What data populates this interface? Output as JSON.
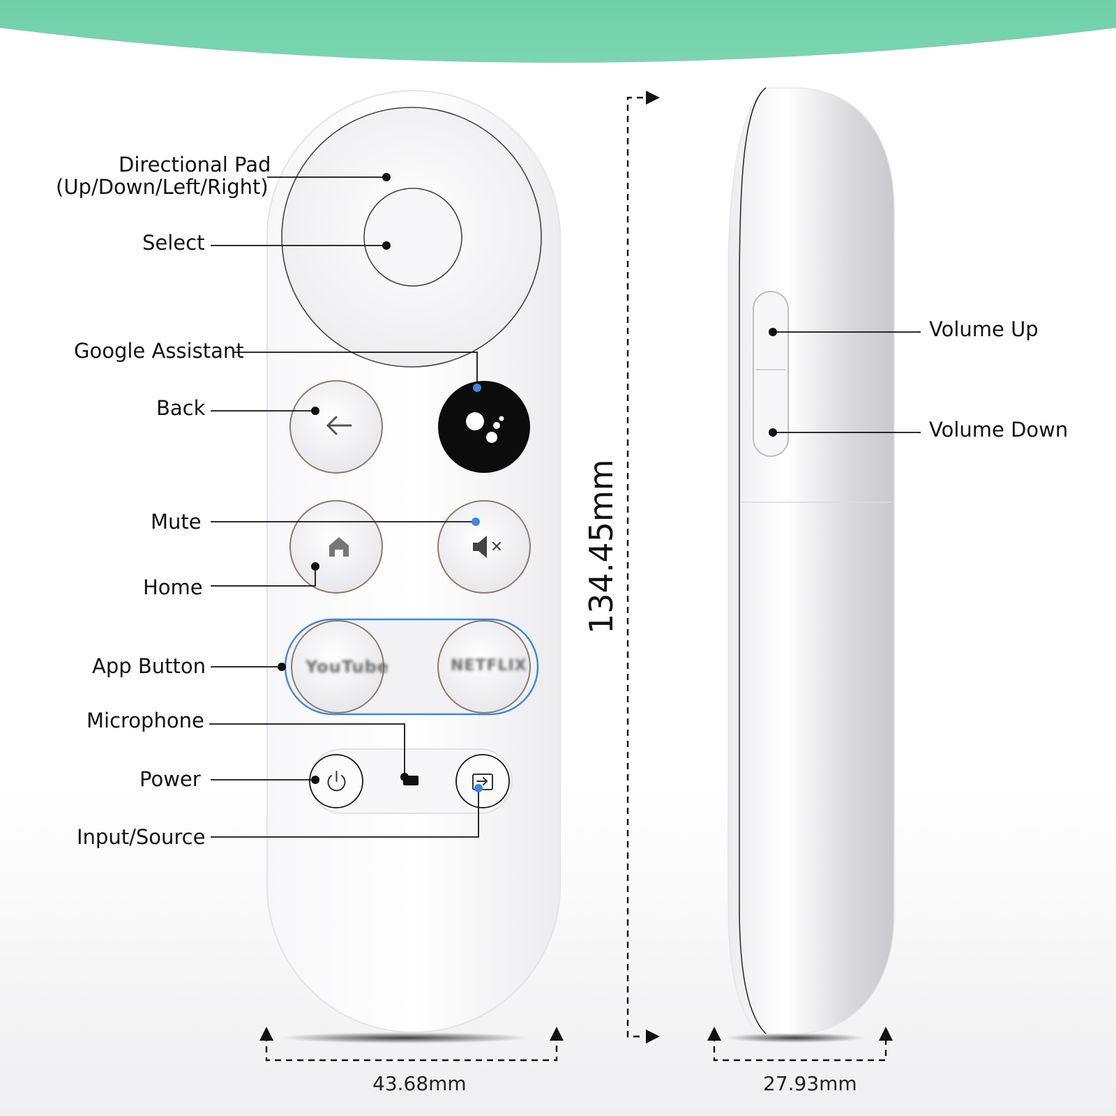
{
  "colors": {
    "banner": "#6fcfa8",
    "accent_blue": "#3b86e6",
    "remote_body": "#f4f4f6",
    "assistant_button": "#0c0c0c"
  },
  "callouts": {
    "directional_pad": "Directional Pad",
    "directional_pad_sub": "(Up/Down/Left/Right)",
    "select": "Select",
    "google_assistant": "Google Assistant",
    "back": "Back",
    "mute": "Mute",
    "home": "Home",
    "app_button": "App Button",
    "microphone": "Microphone",
    "power": "Power",
    "input_source": "Input/Source",
    "volume_up": "Volume Up",
    "volume_down": "Volume Down"
  },
  "app_buttons": {
    "left": "YouTube",
    "right": "NETFLIX"
  },
  "dimensions": {
    "width": "43.68mm",
    "length": "134.45mm",
    "thickness": "27.93mm"
  },
  "icons": [
    "back-arrow-icon",
    "assistant-dots-icon",
    "home-icon",
    "mute-icon",
    "power-icon",
    "input-icon"
  ]
}
